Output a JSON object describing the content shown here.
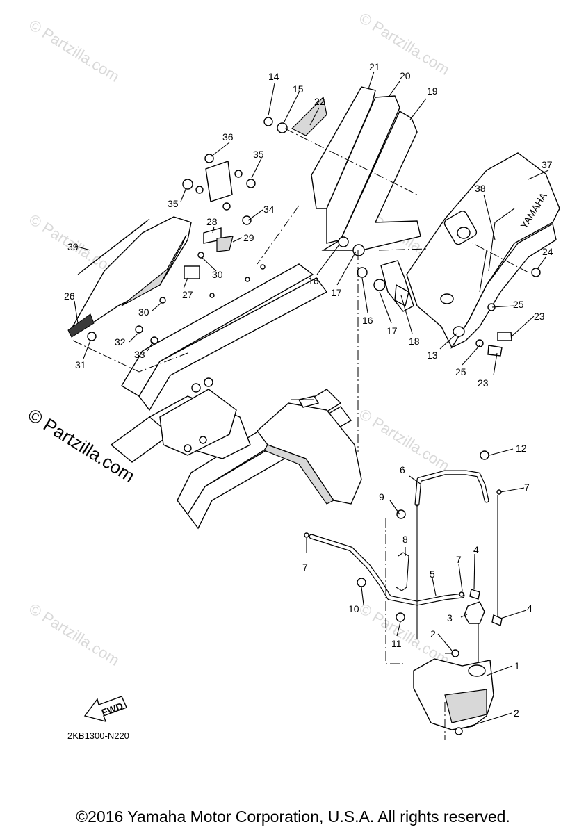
{
  "watermark": {
    "site": "© Partzilla.com"
  },
  "fwd_label": "FWD",
  "diagram_code": "2KB1300-N220",
  "copyright": "©2016 Yamaha Motor Corporation, U.S.A. All rights reserved.",
  "tank_logo": "YAMAHA",
  "callouts": {
    "c1": "1",
    "c2a": "2",
    "c2b": "2",
    "c3": "3",
    "c4a": "4",
    "c4b": "4",
    "c5": "5",
    "c6": "6",
    "c7a": "7",
    "c7b": "7",
    "c7c": "7",
    "c8": "8",
    "c9": "9",
    "c10": "10",
    "c11": "11",
    "c12": "12",
    "c13": "13",
    "c14": "14",
    "c15": "15",
    "c16a": "16",
    "c16b": "16",
    "c17a": "17",
    "c17b": "17",
    "c18": "18",
    "c19": "19",
    "c20": "20",
    "c21": "21",
    "c22": "22",
    "c23a": "23",
    "c23b": "23",
    "c24": "24",
    "c25a": "25",
    "c25b": "25",
    "c26": "26",
    "c27": "27",
    "c28": "28",
    "c29": "29",
    "c30a": "30",
    "c30b": "30",
    "c31": "31",
    "c32": "32",
    "c33": "33",
    "c34": "34",
    "c35a": "35",
    "c35b": "35",
    "c36": "36",
    "c37": "37",
    "c38": "38",
    "c39": "39"
  }
}
